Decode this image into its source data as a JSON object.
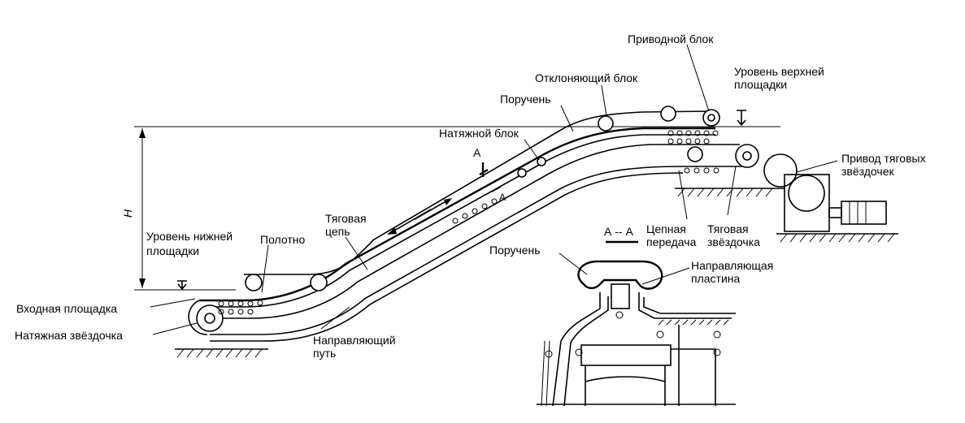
{
  "labels": {
    "drive_unit": "Приводной блок",
    "deflect_unit": "Отклоняющий блок",
    "upper_level": "Уровень верхней площадки",
    "handrail": "Поручень",
    "tension_unit": "Натяжной блок",
    "section_letter": "А",
    "section_letter2": "А",
    "drive_sprockets": "Привод тяговых звёздочек",
    "height_symbol": "H",
    "traction_chain": "Тяговая цепь",
    "lower_level": "Уровень нижней площадки",
    "belt": "Полотно",
    "entry_platform": "Входная площадка",
    "tension_sprocket": "Натяжная звёздочка",
    "guide_path": "Направляющий путь",
    "chain_transmission": "Цепная передача",
    "traction_sprocket": "Тяговая звёздочка",
    "section_title": "А -- А",
    "handrail_section": "Поручень",
    "guide_plate": "Направляющая пластина"
  }
}
